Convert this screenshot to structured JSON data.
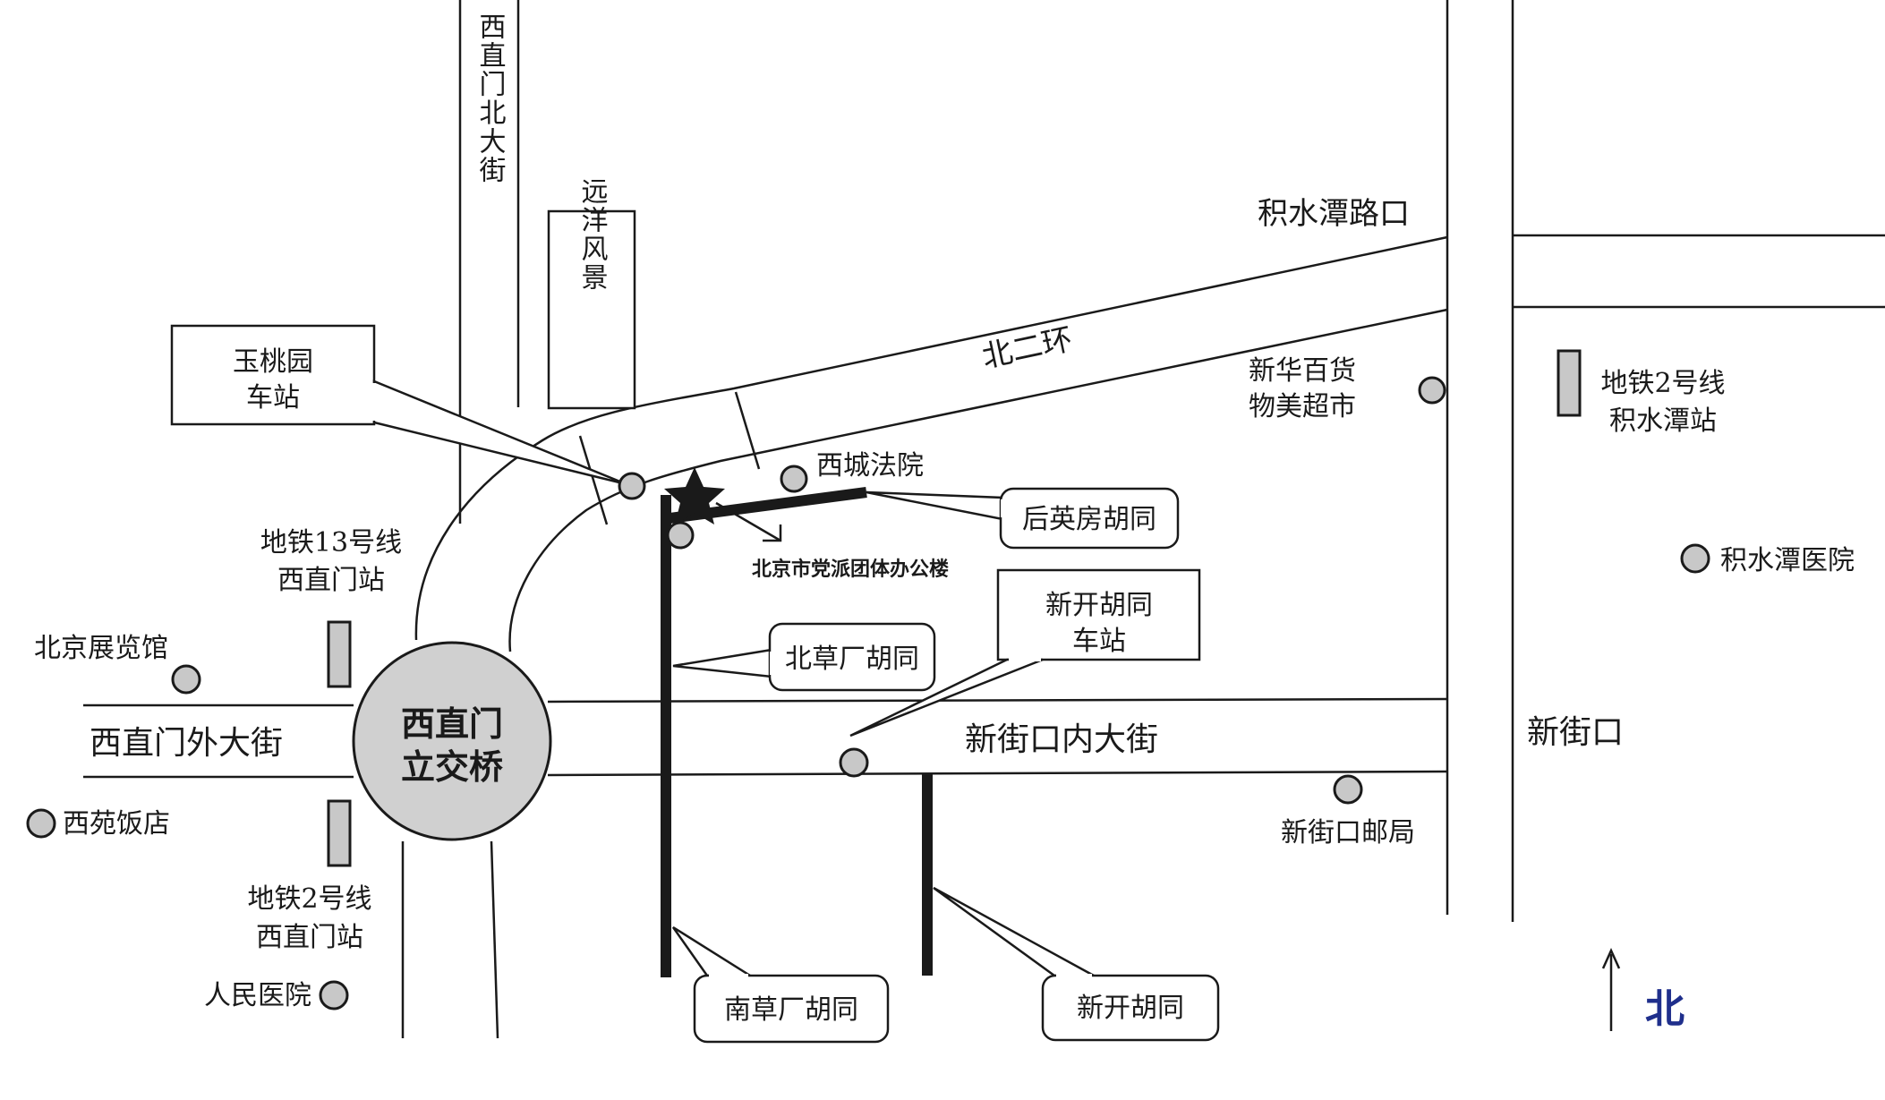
{
  "colors": {
    "ink": "#1a1a1a",
    "poi_fill": "#c8c8c8",
    "north_label": "#1f2f8c"
  },
  "roads": {
    "xizhimen_north": "西直门北大街",
    "beierhuan": "北二环",
    "xizhimenwai": "西直门外大街",
    "xinjiekounei": "新街口内大街"
  },
  "places": {
    "jishuitan_intersection": "积水潭路口",
    "xinjiekou": "新街口",
    "overpass_line1": "西直门",
    "overpass_line2": "立交桥",
    "yuanyang_fengjing": "远洋风景",
    "target_building": "北京市党派团体办公楼"
  },
  "callouts": {
    "yutaoyuan_line1": "玉桃园",
    "yutaoyuan_line2": "车站",
    "houyingfang": "后英房胡同",
    "beicaochang": "北草厂胡同",
    "xinkai_station_line1": "新开胡同",
    "xinkai_station_line2": "车站",
    "nancaochang": "南草厂胡同",
    "xinkai_hutong": "新开胡同"
  },
  "pois": {
    "xicheng_court": "西城法院",
    "xinhua_line1": "新华百货",
    "xinhua_line2": "物美超市",
    "beijing_exhibition": "北京展览馆",
    "xiyuan_hotel": "西苑饭店",
    "peoples_hospital": "人民医院",
    "xinjiekou_post": "新街口邮局",
    "jishuitan_hospital": "积水潭医院"
  },
  "metro": {
    "line13_line1": "地铁13号线",
    "line13_line2": "西直门站",
    "line2_xzm_line1": "地铁2号线",
    "line2_xzm_line2": "西直门站",
    "line2_jst_line1": "地铁2号线",
    "line2_jst_line2": "积水潭站"
  },
  "compass": {
    "label": "北"
  }
}
